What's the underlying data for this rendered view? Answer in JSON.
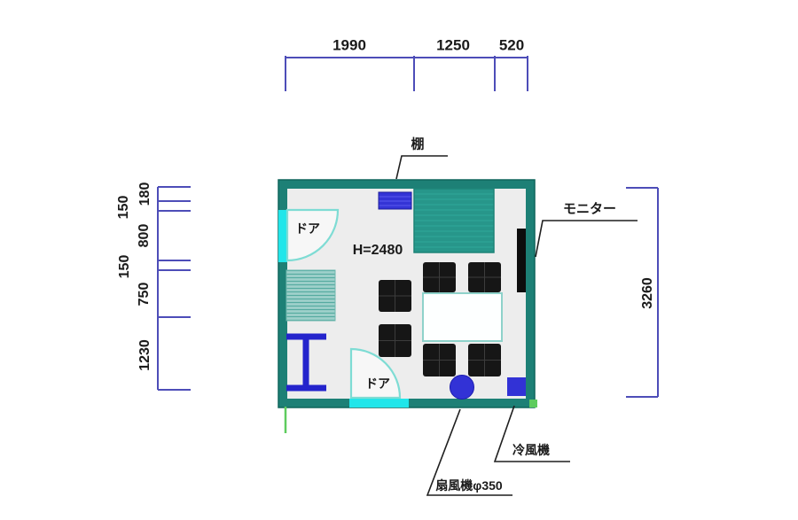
{
  "colors": {
    "background": "#ffffff",
    "wall": "#1d8076",
    "wall_edge": "#0e655b",
    "interior": "#ededed",
    "door_opening": "#21e6ea",
    "door_arc": "#7edcd4",
    "furniture_teal": "#27968a",
    "hatch_fill": "#9ed0ca",
    "hatch_line": "#55aba0",
    "blue_item": "#3232d6",
    "chair_black": "#161616",
    "monitor_black": "#0d0d0d",
    "white_table": "#fdffff",
    "white_table_edge": "#8ed2ca",
    "dimension_line": "#4d4db8",
    "leader_line": "#1f1f1f",
    "text": "#1a1a1a",
    "green_mark": "#5ecc5e"
  },
  "dimensions": {
    "top": [
      "1990",
      "1250",
      "520"
    ],
    "left": [
      "180",
      "150",
      "800",
      "150",
      "750",
      "1230"
    ],
    "right": [
      "3260"
    ]
  },
  "labels": {
    "shelf": "棚",
    "monitor": "モニター",
    "door": "ドア",
    "ceiling_height": "H=2480",
    "cold_air_unit": "冷風機",
    "fan": "扇風機φ350"
  }
}
